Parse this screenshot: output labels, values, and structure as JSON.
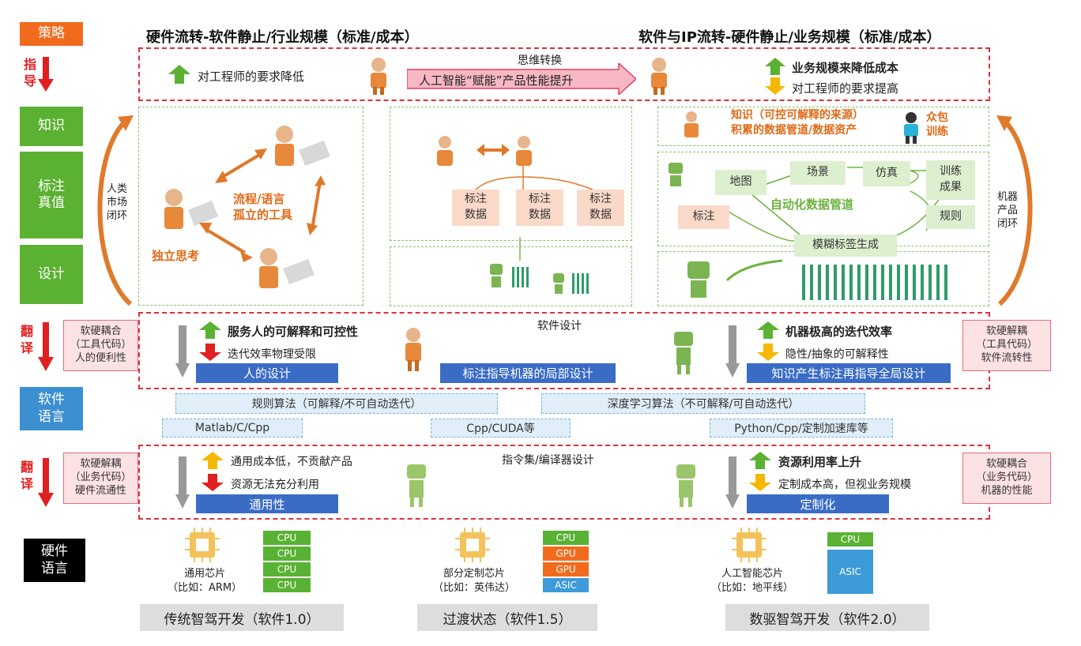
{
  "left_labels": {
    "strategy": "策略",
    "guide": "指\n导",
    "knowledge": "知识",
    "label_truth": "标注\n真值",
    "design": "设计",
    "translate1": "翻\n译",
    "soft_lang": "软件\n语言",
    "translate2": "翻\n译",
    "hw_lang": "硬件\n语言"
  },
  "headers": {
    "left": "硬件流转-软件静止/行业规模（标准/成本）",
    "right": "软件与IP流转-硬件静止/业务规模（标准/成本）"
  },
  "guide_row": {
    "left_text": "对工程师的要求降低",
    "arrow_top": "思维转换",
    "arrow_text": "人工智能“赋能”产品性能提升",
    "right_up": "业务规模来降低成本",
    "right_down": "对工程师的要求提高"
  },
  "side_loops": {
    "left": "人类\n市场\n闭环",
    "right": "机器\n产品\n闭环"
  },
  "left_panel": {
    "tool_text": "流程/语言\n孤立的工具",
    "think_text": "独立思考"
  },
  "mid_panel": {
    "labels": [
      "标注\n数据",
      "标注\n数据",
      "标注\n数据"
    ]
  },
  "right_panel": {
    "top_text": "知识（可控可解释的来源）\n积累的数据管道/数据资产",
    "crowd": "众包\n训练",
    "map": "地图",
    "scene": "场景",
    "sim": "仿真",
    "train_result": "训练\n成果",
    "rule": "规则",
    "label": "标注",
    "pipeline": "自动化数据管道",
    "fuzzy": "模糊标签生成"
  },
  "translate1_row": {
    "pink_left": "软硬耦合\n（工具代码）\n人的便利性",
    "up_text": "服务人的可解释和可控性",
    "down_text": "迭代效率物理受限",
    "bar_left": "人的设计",
    "center_top": "软件设计",
    "bar_mid": "标注指导机器的局部设计",
    "right_up": "机器极高的迭代效率",
    "right_down": "隐性/抽象的可解释性",
    "bar_right": "知识产生标注再指导全局设计",
    "pink_right": "软硬解耦\n（工具代码）\n软件流转性"
  },
  "soft_lang_row": {
    "algo_left": "规则算法（可解释/不可自动迭代）",
    "algo_right": "深度学习算法（不可解释/可自动迭代）",
    "lang_left": "Matlab/C/Cpp",
    "lang_mid": "Cpp/CUDA等",
    "lang_right": "Python/Cpp/定制加速库等"
  },
  "translate2_row": {
    "pink_left": "软硬解耦\n（业务代码）\n硬件流通性",
    "up_text": "通用成本低，不贡献产品",
    "down_text": "资源无法充分利用",
    "bar_left": "通用性",
    "center_top": "指令集/编译器设计",
    "right_up": "资源利用率上升",
    "right_down": "定制成本高，但视业务规模",
    "bar_right": "定制化",
    "pink_right": "软硬耦合\n（业务代码）\n机器的性能"
  },
  "hw_row": {
    "chip1_text": "通用芯片\n（比如：ARM）",
    "chip1_stack": [
      "CPU",
      "CPU",
      "CPU",
      "CPU"
    ],
    "chip2_text": "部分定制芯片\n（比如：英伟达）",
    "chip2_stack": [
      "CPU",
      "GPU",
      "GPU",
      "ASIC"
    ],
    "chip3_text": "人工智能芯片\n（比如：地平线）",
    "chip3_stack": [
      "CPU",
      "ASIC"
    ]
  },
  "footer": {
    "left": "传统智驾开发（软件1.0）",
    "mid": "过渡状态（软件1.5）",
    "right": "数驱智驾开发（软件2.0）"
  },
  "colors": {
    "green": "#5bb131",
    "orange": "#f26b1d",
    "blue": "#3c8fd0",
    "red": "#e0303a"
  }
}
